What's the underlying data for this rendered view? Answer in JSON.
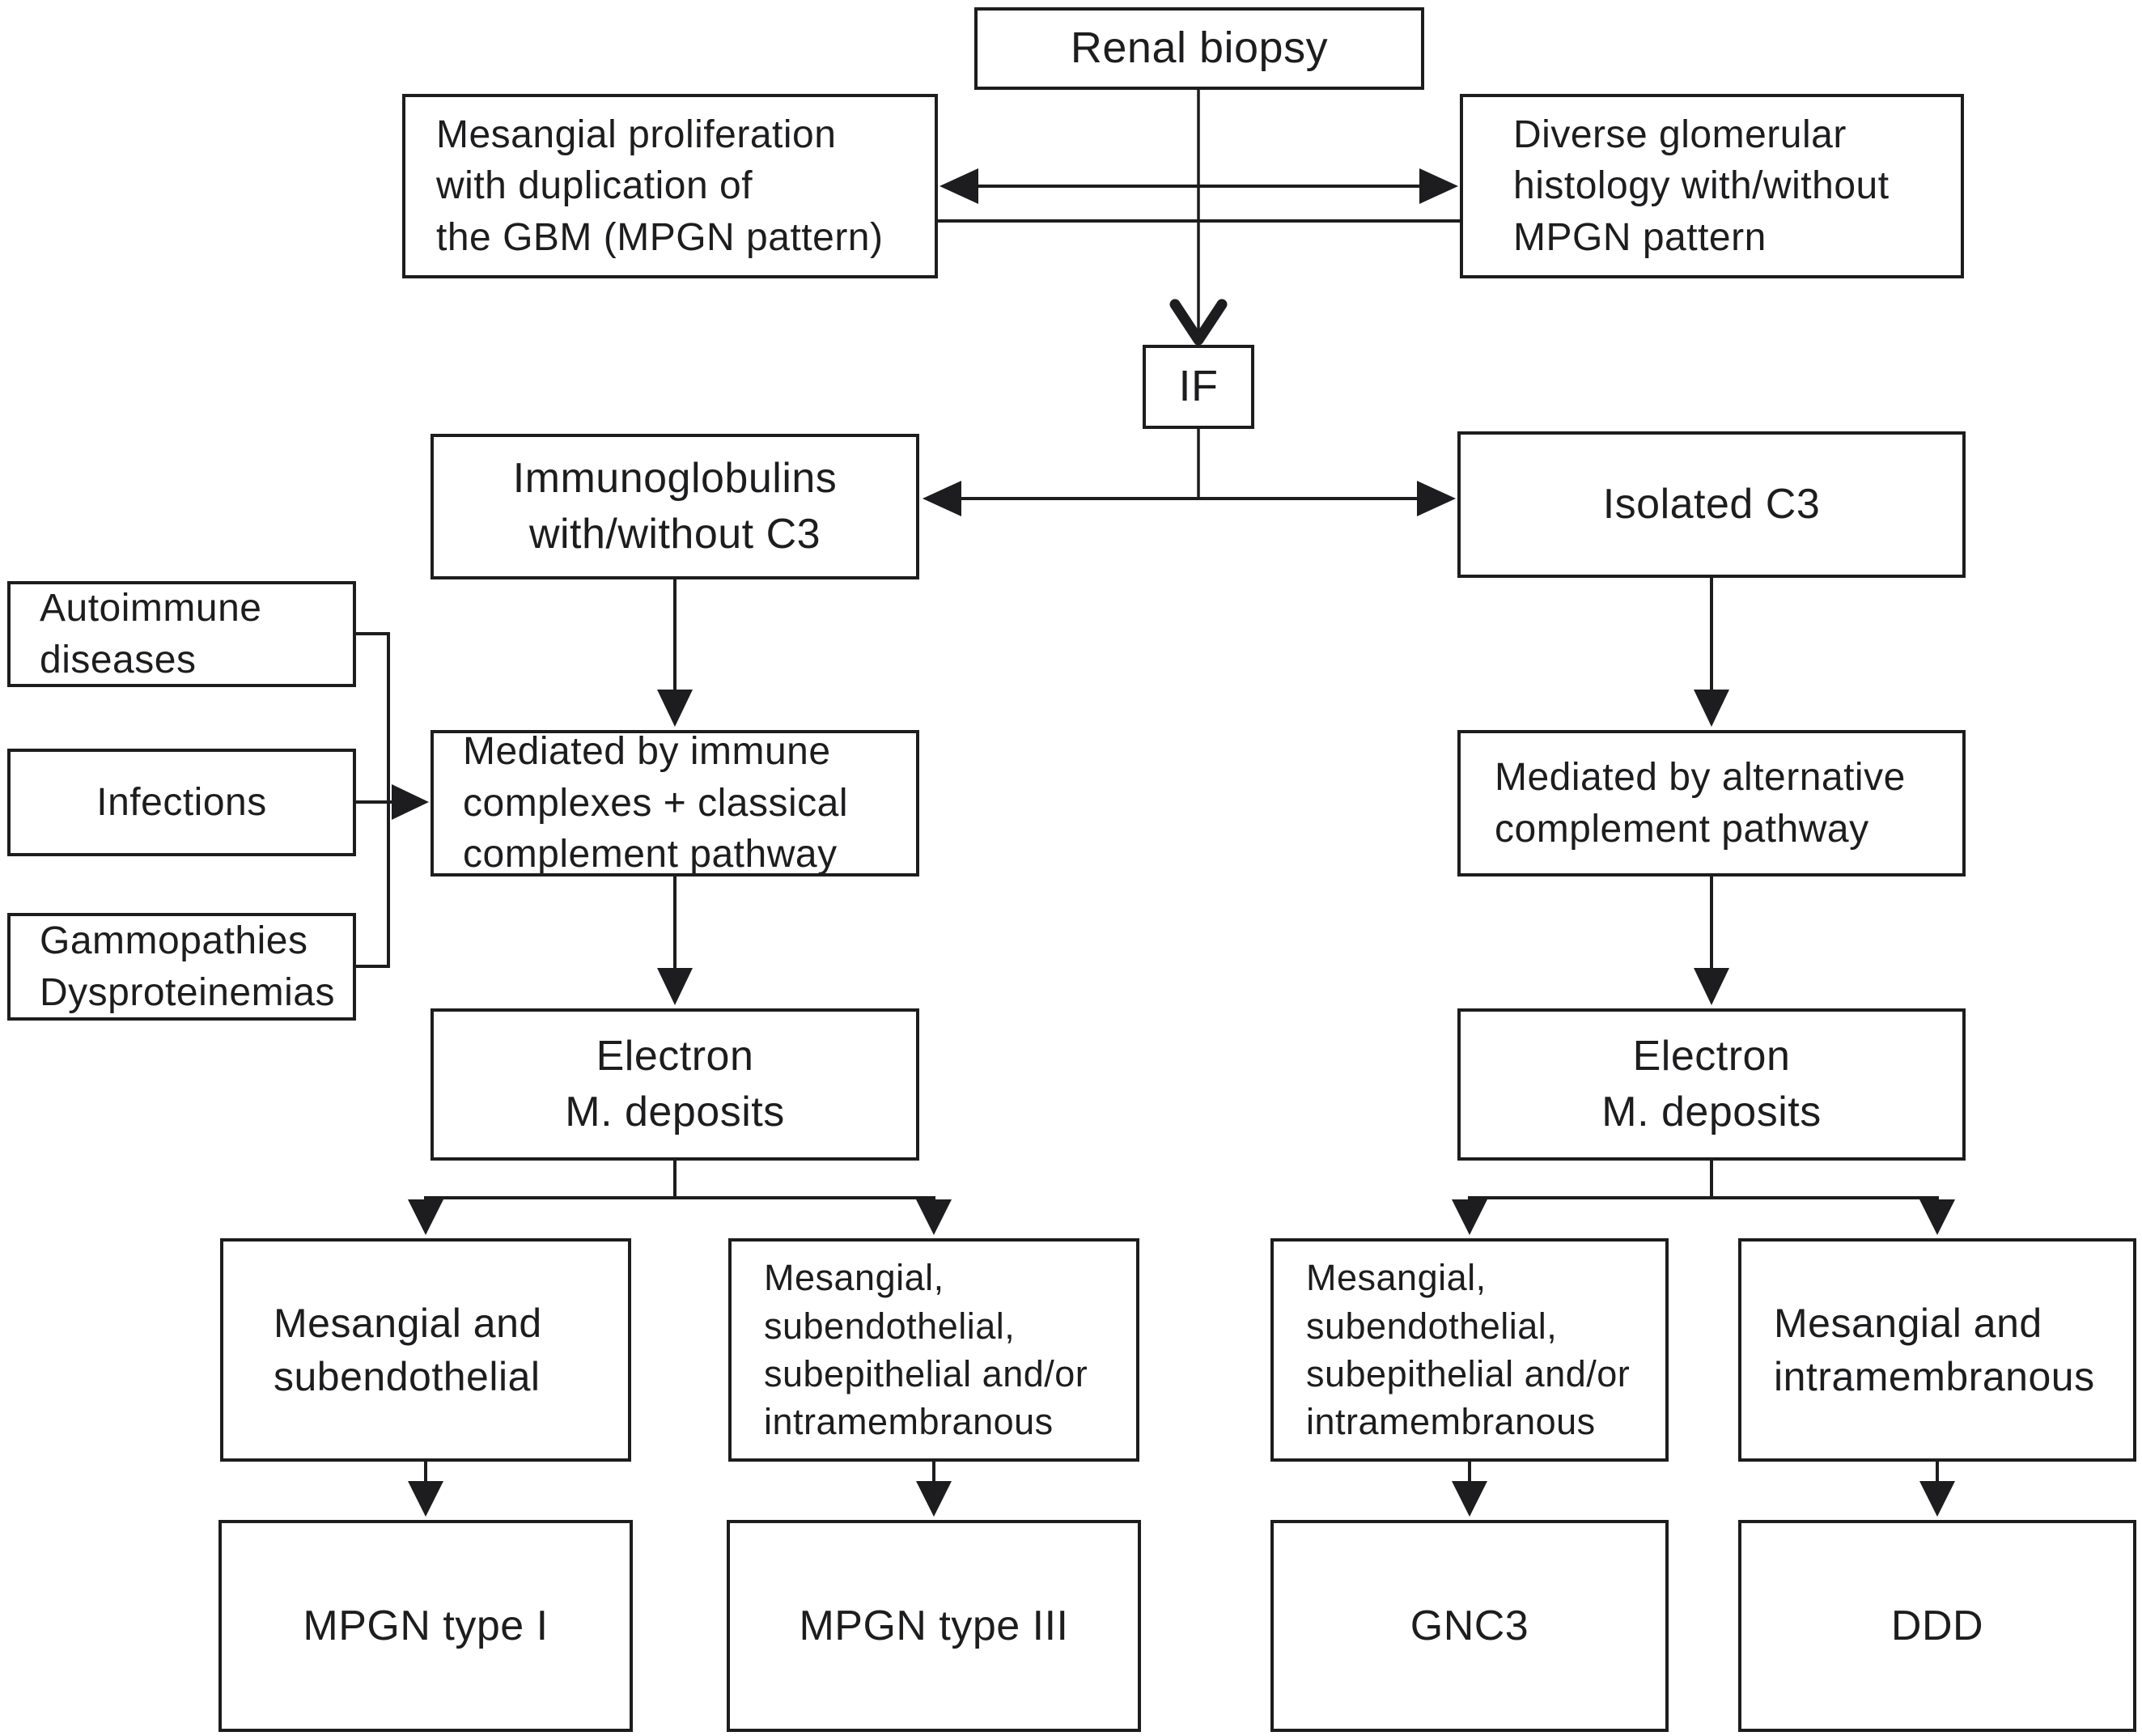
{
  "figure": {
    "description": "Flowchart of renal biopsy classification of membranoproliferative glomerulonephritis (MPGN)",
    "ink_color": "#1d1d1f",
    "background_color": "#ffffff"
  },
  "nodes": {
    "renal_biopsy": {
      "text": "Renal biopsy"
    },
    "mesangial_proliferation": {
      "text": "Mesangial proliferation\nwith duplication of\nthe GBM (MPGN pattern)"
    },
    "diverse_histology": {
      "text": "Diverse glomerular\nhistology with/without\nMPGN pattern"
    },
    "if_box": {
      "text": "IF"
    },
    "immunoglobulins": {
      "text": "Immunoglobulins\nwith/without C3"
    },
    "isolated_c3": {
      "text": "Isolated C3"
    },
    "autoimmune": {
      "text": "Autoimmune\ndiseases"
    },
    "infections": {
      "text": "Infections"
    },
    "gammopathies": {
      "text": "Gammopathies\nDysproteinemias"
    },
    "mediated_immune": {
      "text": "Mediated by immune\ncomplexes + classical\ncomplement pathway"
    },
    "mediated_alternative": {
      "text": "Mediated by alternative\ncomplement pathway"
    },
    "electron_deposits_left": {
      "text": "Electron\nM. deposits"
    },
    "electron_deposits_right": {
      "text": "Electron\nM. deposits"
    },
    "mesangial_subendothelial": {
      "text": "Mesangial and\nsubendothelial"
    },
    "deposits_multi_left": {
      "text": "Mesangial,\nsubendothelial,\nsubepithelial and/or\nintramembranous"
    },
    "deposits_multi_right": {
      "text": "Mesangial,\nsubendothelial,\nsubepithelial and/or\nintramembranous"
    },
    "mesangial_intramembranous": {
      "text": "Mesangial and\nintramembranous"
    },
    "mpgn_type_i": {
      "text": "MPGN type I"
    },
    "mpgn_type_iii": {
      "text": "MPGN type III"
    },
    "gnc3": {
      "text": "GNC3"
    },
    "ddd": {
      "text": "DDD"
    }
  }
}
